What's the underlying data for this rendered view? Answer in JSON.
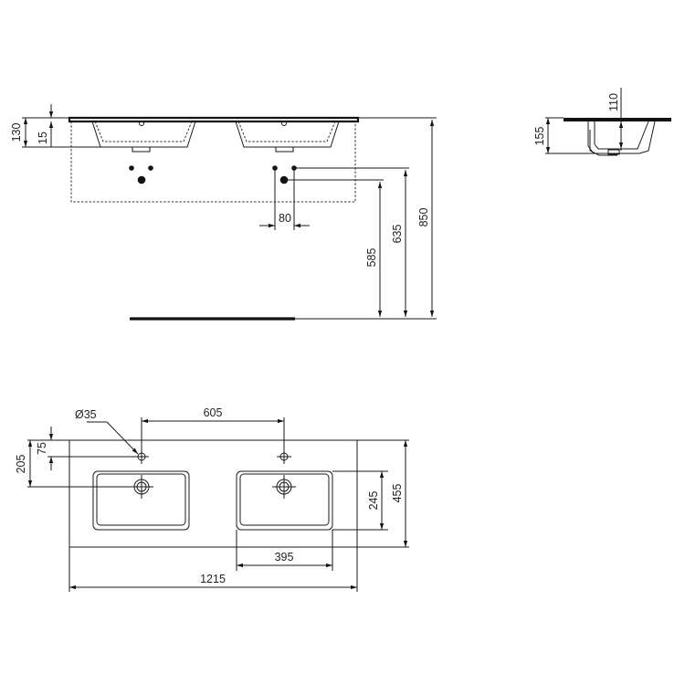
{
  "drawing": {
    "type": "technical-drawing",
    "subject": "double washbasin dimensions",
    "units": "mm",
    "front_view": {
      "dimensions": {
        "total_height": "130",
        "rim_thickness": "15",
        "tap_spacing": "80",
        "drain_height": "585",
        "supply_height": "635",
        "mounting_height": "850"
      }
    },
    "side_view": {
      "dimensions": {
        "overall_depth": "155",
        "bowl_depth": "110"
      }
    },
    "top_view": {
      "dimensions": {
        "tap_hole_diameter": "Ø35",
        "tap_hole_spacing": "605",
        "tap_hole_from_back": "75",
        "drain_from_back": "205",
        "overall_width": "1215",
        "overall_depth": "455",
        "bowl_width": "395",
        "bowl_depth": "245"
      }
    }
  }
}
